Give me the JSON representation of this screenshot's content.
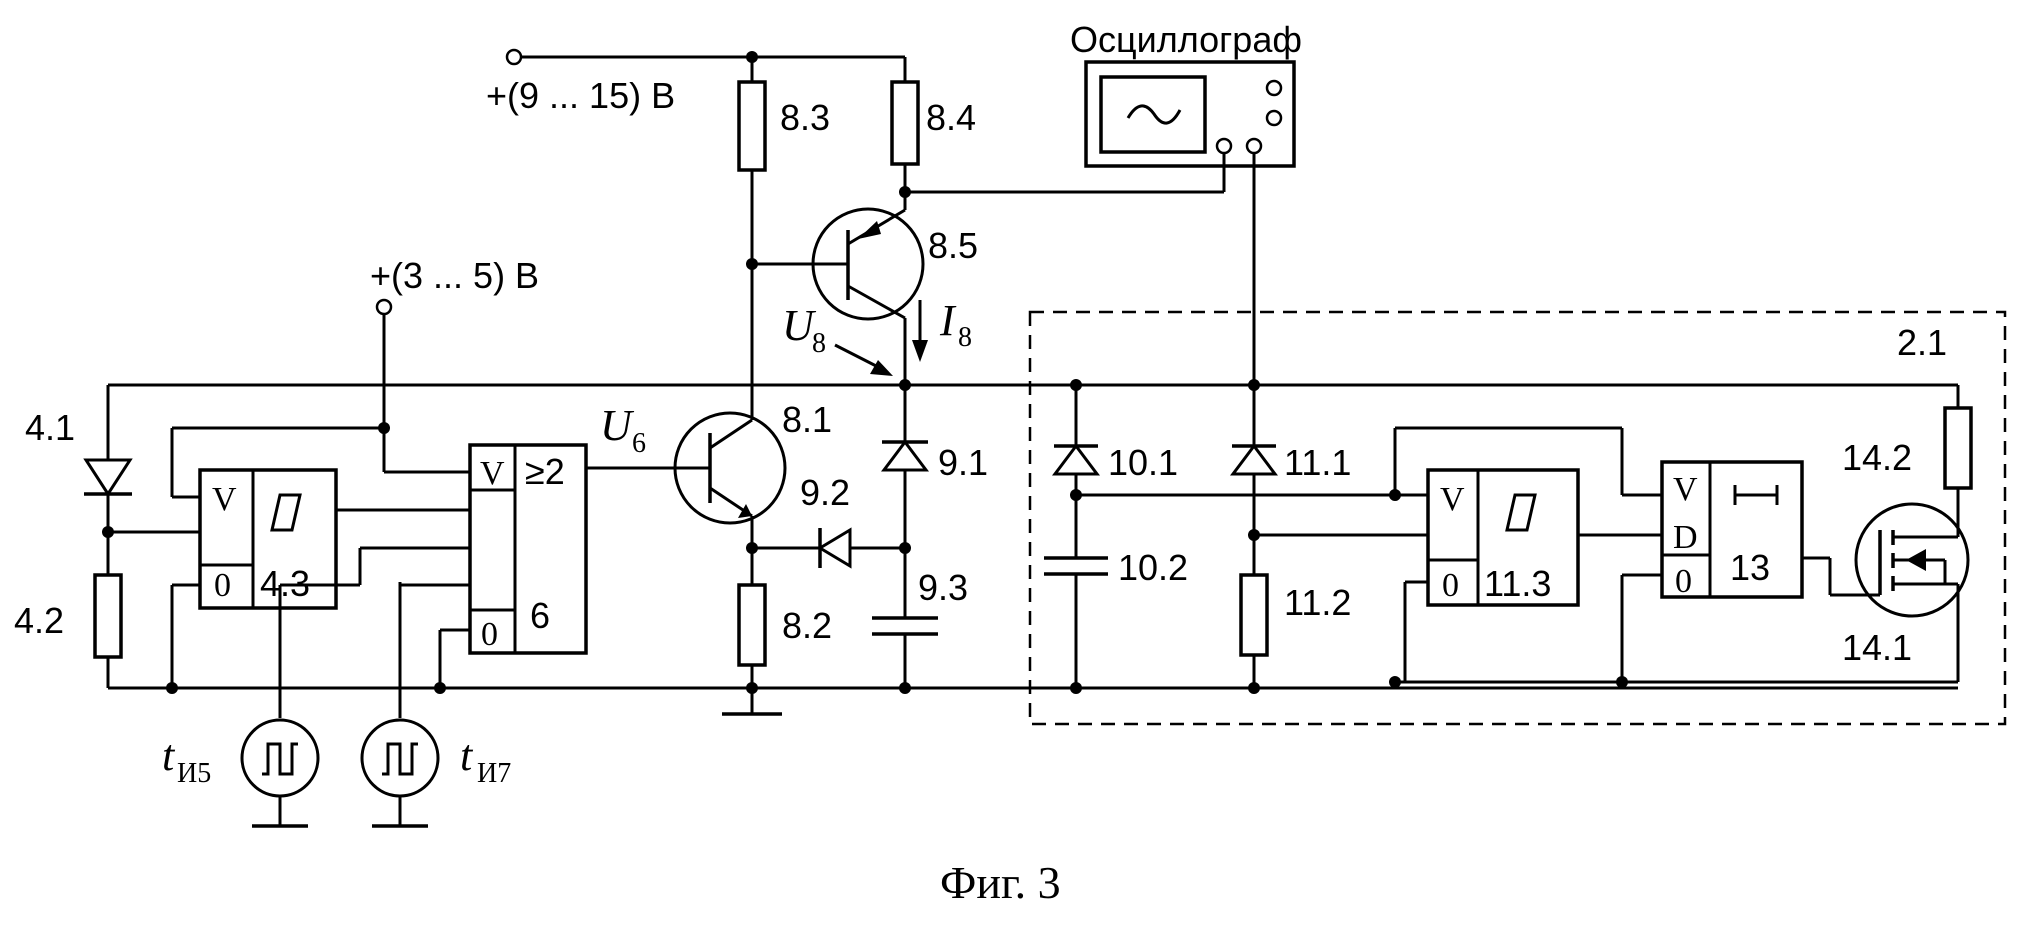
{
  "supply_high": "+(9 ... 15) В",
  "supply_low": "+(3 ... 5) В",
  "oscilloscope": "Осциллограф",
  "caption": "Фиг. 3",
  "components": {
    "r8_3": "8.3",
    "r8_4": "8.4",
    "q8_5": "8.5",
    "q8_1": "8.1",
    "r8_2": "8.2",
    "d9_1": "9.1",
    "d9_2": "9.2",
    "c9_3": "9.3",
    "d4_1": "4.1",
    "r4_2": "4.2",
    "d10_1": "10.1",
    "c10_2": "10.2",
    "d11_1": "11.1",
    "r11_2": "11.2",
    "r14_2": "14.2",
    "q14_1": "14.1",
    "node2_1": "2.1"
  },
  "blocks": {
    "b4_3": {
      "v": "V",
      "zero": "0",
      "num": "4.3"
    },
    "b6": {
      "v": "V",
      "func": "≥2",
      "zero": "0",
      "num": "6"
    },
    "b11_3": {
      "v": "V",
      "zero": "0",
      "num": "11.3"
    },
    "b13": {
      "v": "V",
      "d": "D",
      "zero": "0",
      "num": "13"
    }
  },
  "signals": {
    "u8": "U",
    "u8_sub": "8",
    "i8": "I",
    "i8_sub": "8",
    "u6": "U",
    "u6_sub": "6",
    "t5": "t",
    "t5_sub": "И5",
    "t7": "t",
    "t7_sub": "И7"
  }
}
